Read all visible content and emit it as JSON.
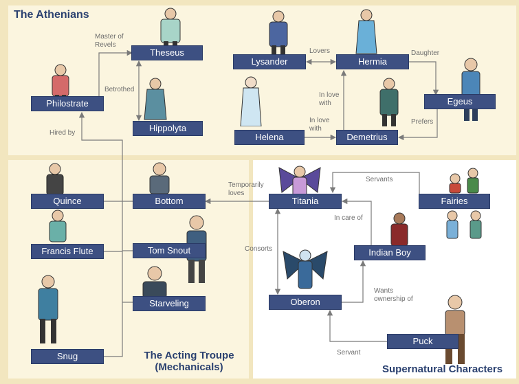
{
  "groups": {
    "athenians": "The Athenians",
    "mechanicals": "The Acting Troupe\n(Mechanicals)",
    "supernatural": "Supernatural Characters"
  },
  "characters": {
    "theseus": "Theseus",
    "philostrate": "Philostrate",
    "hippolyta": "Hippolyta",
    "lysander": "Lysander",
    "hermia": "Hermia",
    "helena": "Helena",
    "demetrius": "Demetrius",
    "egeus": "Egeus",
    "quince": "Quince",
    "bottom": "Bottom",
    "francis_flute": "Francis Flute",
    "tom_snout": "Tom Snout",
    "starveling": "Starveling",
    "snug": "Snug",
    "titania": "Titania",
    "fairies": "Fairies",
    "oberon": "Oberon",
    "indian_boy": "Indian Boy",
    "puck": "Puck"
  },
  "relations": {
    "master_of_revels": "Master of\nRevels",
    "betrothed": "Betrothed",
    "hired_by": "Hired by",
    "lovers": "Lovers",
    "daughter": "Daughter",
    "in_love_with_1": "In love\nwith",
    "in_love_with_2": "In love\nwith",
    "prefers": "Prefers",
    "temporarily_loves": "Temporarily\nloves",
    "servants": "Servants",
    "in_care_of": "In care of",
    "consorts": "Consorts",
    "wants_ownership_of": "Wants\nownership of",
    "servant": "Servant"
  },
  "colors": {
    "box": "#3d5082",
    "title": "#2b4170",
    "line": "#7a7a7a",
    "background": "#f2e6bf"
  }
}
